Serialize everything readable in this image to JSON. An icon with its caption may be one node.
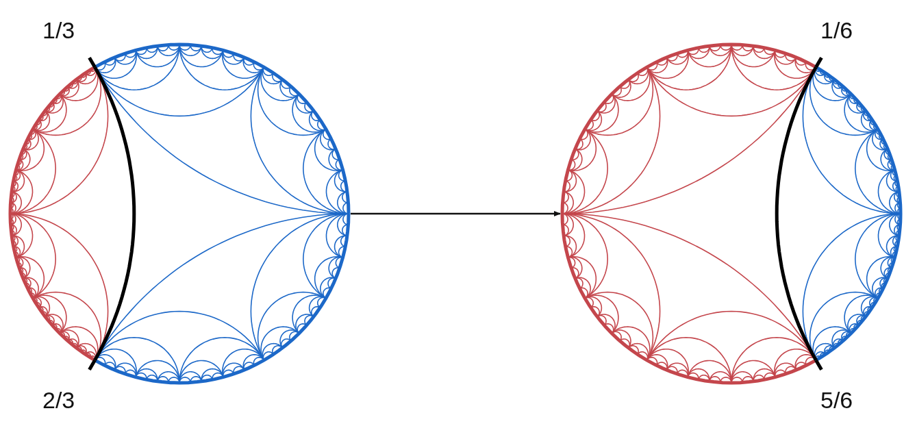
{
  "diagram": {
    "nodes": [
      {
        "text": [],
        "shape": "picture",
        "beside": [
          "1/3",
          "2/3"
        ]
      },
      {
        "text": [],
        "shape": "picture",
        "beside": [
          "1/6",
          "5/6"
        ]
      }
    ],
    "edges": [
      {
        "from": 0,
        "to": 1,
        "arrow": "to"
      }
    ]
  }
}
